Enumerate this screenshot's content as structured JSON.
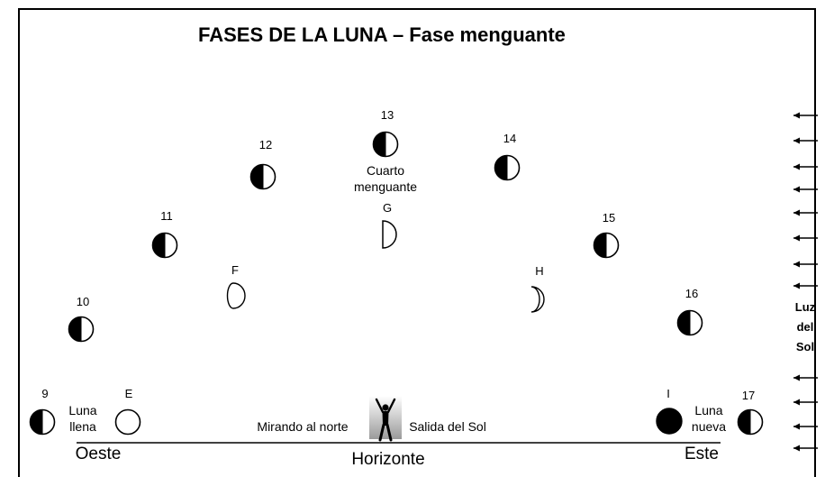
{
  "title": "FASES DE LA LUNA – Fase menguante",
  "positions": [
    {
      "label": "9",
      "phase": "half-right"
    },
    {
      "label": "10",
      "phase": "half-right"
    },
    {
      "label": "11",
      "phase": "half-right"
    },
    {
      "label": "12",
      "phase": "half-right"
    },
    {
      "label": "13",
      "phase": "half-right"
    },
    {
      "label": "14",
      "phase": "half-right"
    },
    {
      "label": "15",
      "phase": "half-right"
    },
    {
      "label": "16",
      "phase": "half-right"
    },
    {
      "label": "17",
      "phase": "half-right"
    },
    {
      "label": "E",
      "phase": "full"
    },
    {
      "label": "F",
      "phase": "gibbous"
    },
    {
      "label": "G",
      "phase": "quarter"
    },
    {
      "label": "H",
      "phase": "crescent"
    },
    {
      "label": "I",
      "phase": "new"
    }
  ],
  "texts": {
    "luna_llena": "Luna\nllena",
    "cuarto_menguante": "Cuarto\nmenguante",
    "luna_nueva": "Luna\nnueva",
    "mirando_norte": "Mirando al norte",
    "salida_sol": "Salida del Sol",
    "oeste": "Oeste",
    "horizonte": "Horizonte",
    "este": "Este",
    "luz_sol": "Luz\ndel\nSol"
  },
  "colors": {
    "ink": "#000000",
    "paper": "#ffffff"
  },
  "icons": {
    "observer": "person-arms-raised-icon",
    "sunlight": "left-arrow-icon"
  }
}
